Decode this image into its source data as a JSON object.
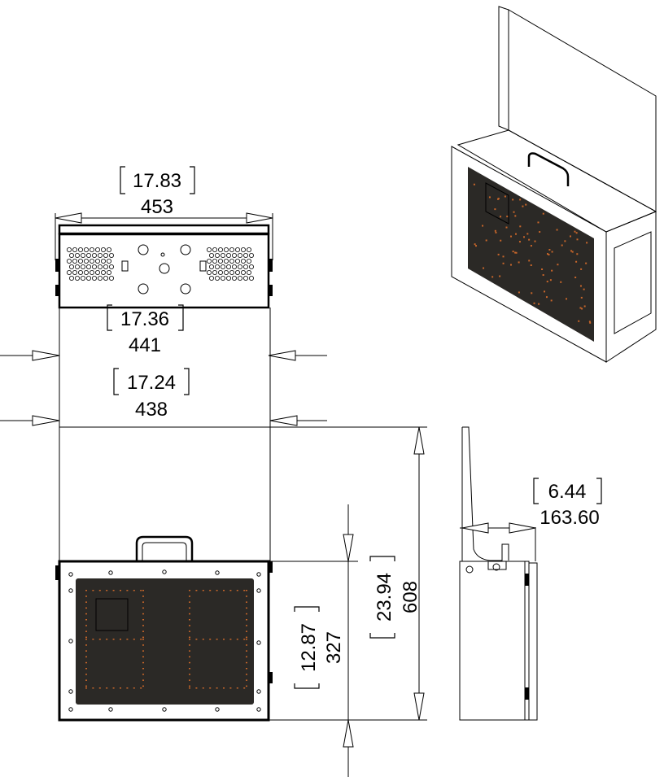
{
  "drawing": {
    "views": [
      "top-view",
      "front-view",
      "side-view",
      "isometric-view"
    ],
    "dimensions": {
      "top_overall_width": {
        "inch": "17.83",
        "mm": "453"
      },
      "top_body_width": {
        "inch": "17.36",
        "mm": "441"
      },
      "front_width": {
        "inch": "17.24",
        "mm": "438"
      },
      "overall_height": {
        "inch": "23.94",
        "mm": "608"
      },
      "box_height": {
        "inch": "12.87",
        "mm": "327"
      },
      "side_depth": {
        "inch": "6.44",
        "mm": "163.60"
      }
    },
    "colors": {
      "panel": "#2b2926",
      "led": "#c8662a",
      "sheet": "#eef0f6",
      "line": "#000000"
    }
  }
}
